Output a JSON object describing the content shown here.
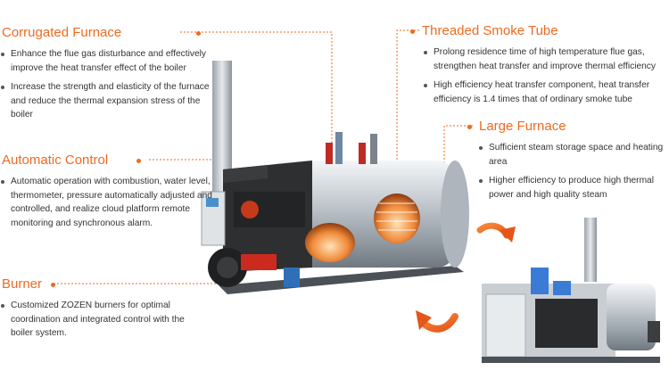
{
  "accent_color": "#ef6a1f",
  "sections": {
    "corrugated_furnace": {
      "title": "Corrugated Furnace",
      "bullets": [
        "Enhance the flue gas disturbance and effectively improve the heat transfer effect of the boiler",
        "Increase the strength and elasticity of the furnace and reduce the thermal expansion stress of the boiler"
      ]
    },
    "automatic_control": {
      "title": "Automatic Control",
      "bullets": [
        "Automatic operation with combustion, water level, thermometer, pressure automatically adjusted and controlled, and realize cloud platform remote monitoring and synchronous alarm."
      ]
    },
    "burner": {
      "title": "Burner",
      "bullets": [
        "Customized ZOZEN burners for optimal coordination and integrated control with the boiler system."
      ]
    },
    "threaded_smoke_tube": {
      "title": "Threaded Smoke Tube",
      "bullets": [
        "Prolong residence time of high temperature flue gas, strengthen heat transfer and improve thermal efficiency",
        "High efficiency heat transfer component, heat transfer efficiency is 1.4 times that of ordinary smoke tube"
      ]
    },
    "large_furnace": {
      "title": "Large Furnace",
      "bullets": [
        "Sufficient steam storage space and heating area",
        "Higher efficiency to produce high thermal power and high quality steam"
      ]
    }
  },
  "icons": [
    "rotate-arrow-icon"
  ]
}
